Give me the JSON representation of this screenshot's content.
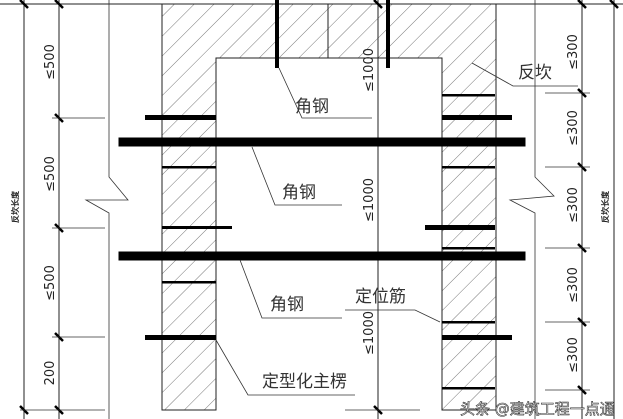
{
  "labels": {
    "angle_steel_1": "角钢",
    "angle_steel_2": "角钢",
    "angle_steel_3": "角钢",
    "main_joist": "定型化主楞",
    "positioning_bar": "定位筋",
    "curb": "反坎"
  },
  "dimensions": {
    "left": [
      "≤500",
      "≤500",
      "≤500",
      "200"
    ],
    "center": [
      "≤1000",
      "≤1000",
      "≤1000"
    ],
    "right": [
      "≤300",
      "≤300",
      "≤300",
      "≤300",
      "≤300"
    ],
    "left_total": "反坎长度",
    "right_total": "反坎长度"
  },
  "watermark": "头条 @建筑工程一点通"
}
